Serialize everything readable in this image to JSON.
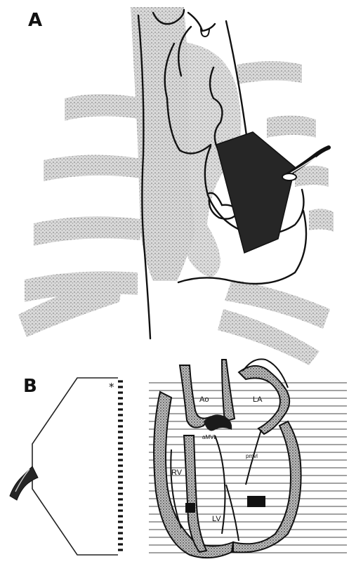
{
  "panels": {
    "a": {
      "letter": "A"
    },
    "b": {
      "letter": "B",
      "probe_marker": "*",
      "labels": {
        "aorta": "Ao",
        "left_atrium": "LA",
        "mitral_valve": "aMVL",
        "posterior_leaflet": "pmvl",
        "right_ventricle": "RV",
        "left_ventricle": "LV"
      }
    }
  },
  "colors": {
    "ink": "#111111",
    "bone_shade": "#bdbdbd",
    "transducer": "#262626",
    "background": "#ffffff"
  }
}
